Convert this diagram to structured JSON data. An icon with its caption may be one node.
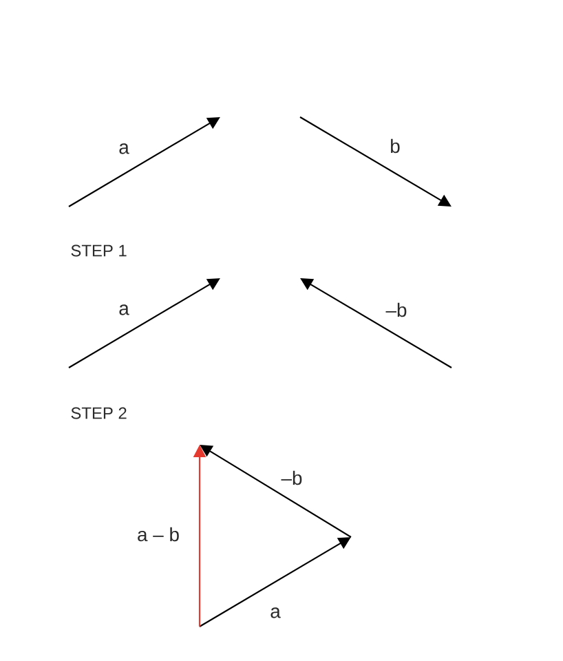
{
  "diagram": {
    "labels": [
      "a",
      "b",
      "STEP 1",
      "a",
      "–b",
      "STEP 2",
      "–b",
      "a – b",
      "a"
    ]
  }
}
